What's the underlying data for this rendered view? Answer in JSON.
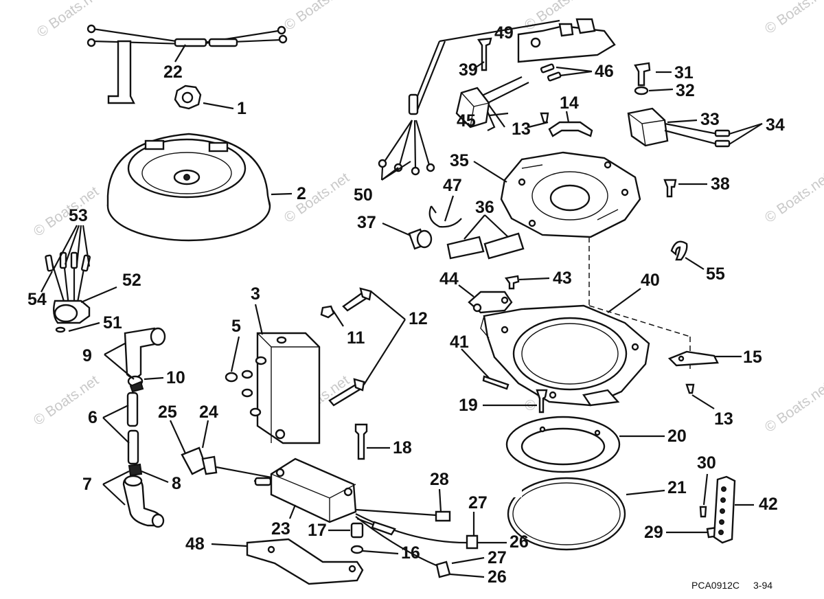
{
  "diagram": {
    "watermark_text": "© Boats.net",
    "code": "PCA0912C",
    "date": "3-94",
    "callouts": [
      {
        "id": "1",
        "label": "1"
      },
      {
        "id": "2",
        "label": "2"
      },
      {
        "id": "3",
        "label": "3"
      },
      {
        "id": "5",
        "label": "5"
      },
      {
        "id": "6",
        "label": "6"
      },
      {
        "id": "7",
        "label": "7"
      },
      {
        "id": "8",
        "label": "8"
      },
      {
        "id": "9",
        "label": "9"
      },
      {
        "id": "10",
        "label": "10"
      },
      {
        "id": "11",
        "label": "11"
      },
      {
        "id": "12",
        "label": "12"
      },
      {
        "id": "13a",
        "label": "13"
      },
      {
        "id": "13b",
        "label": "13"
      },
      {
        "id": "14",
        "label": "14"
      },
      {
        "id": "15",
        "label": "15"
      },
      {
        "id": "16",
        "label": "16"
      },
      {
        "id": "17",
        "label": "17"
      },
      {
        "id": "18",
        "label": "18"
      },
      {
        "id": "19",
        "label": "19"
      },
      {
        "id": "20",
        "label": "20"
      },
      {
        "id": "21",
        "label": "21"
      },
      {
        "id": "22",
        "label": "22"
      },
      {
        "id": "23",
        "label": "23"
      },
      {
        "id": "24",
        "label": "24"
      },
      {
        "id": "25",
        "label": "25"
      },
      {
        "id": "26a",
        "label": "26"
      },
      {
        "id": "26b",
        "label": "26"
      },
      {
        "id": "27a",
        "label": "27"
      },
      {
        "id": "27b",
        "label": "27"
      },
      {
        "id": "28",
        "label": "28"
      },
      {
        "id": "29",
        "label": "29"
      },
      {
        "id": "30",
        "label": "30"
      },
      {
        "id": "31",
        "label": "31"
      },
      {
        "id": "32",
        "label": "32"
      },
      {
        "id": "33",
        "label": "33"
      },
      {
        "id": "34",
        "label": "34"
      },
      {
        "id": "35",
        "label": "35"
      },
      {
        "id": "36",
        "label": "36"
      },
      {
        "id": "37",
        "label": "37"
      },
      {
        "id": "38",
        "label": "38"
      },
      {
        "id": "39",
        "label": "39"
      },
      {
        "id": "40",
        "label": "40"
      },
      {
        "id": "41",
        "label": "41"
      },
      {
        "id": "42",
        "label": "42"
      },
      {
        "id": "43",
        "label": "43"
      },
      {
        "id": "44",
        "label": "44"
      },
      {
        "id": "45",
        "label": "45"
      },
      {
        "id": "46",
        "label": "46"
      },
      {
        "id": "47",
        "label": "47"
      },
      {
        "id": "48",
        "label": "48"
      },
      {
        "id": "49",
        "label": "49"
      },
      {
        "id": "50",
        "label": "50"
      },
      {
        "id": "51",
        "label": "51"
      },
      {
        "id": "52",
        "label": "52"
      },
      {
        "id": "53",
        "label": "53"
      },
      {
        "id": "54",
        "label": "54"
      },
      {
        "id": "55",
        "label": "55"
      }
    ]
  }
}
